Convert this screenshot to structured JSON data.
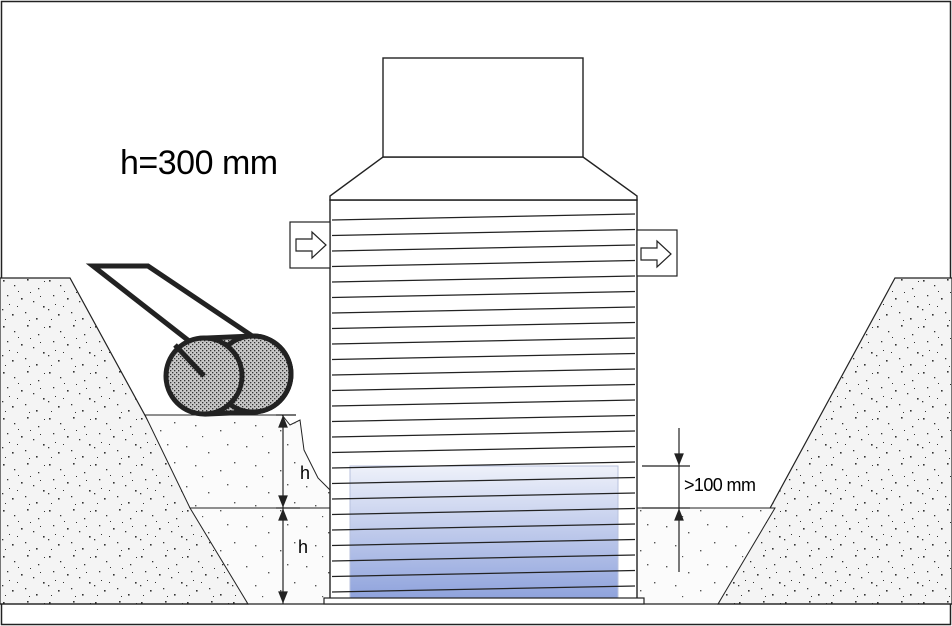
{
  "labels": {
    "layer_height": "h=300 mm",
    "h_upper": "h",
    "h_lower": "h",
    "clearance": ">100 mm"
  },
  "colors": {
    "line": "#222222",
    "gravel_fill": "#f1f1f1",
    "fill_layer": "#f7f7f7",
    "water_top": "#eef1fa",
    "water_bottom": "#8ea2dc",
    "roller_fill": "#9c9c9c"
  },
  "icons": {
    "inlet": "arrow-right-icon",
    "outlet": "arrow-right-icon"
  }
}
